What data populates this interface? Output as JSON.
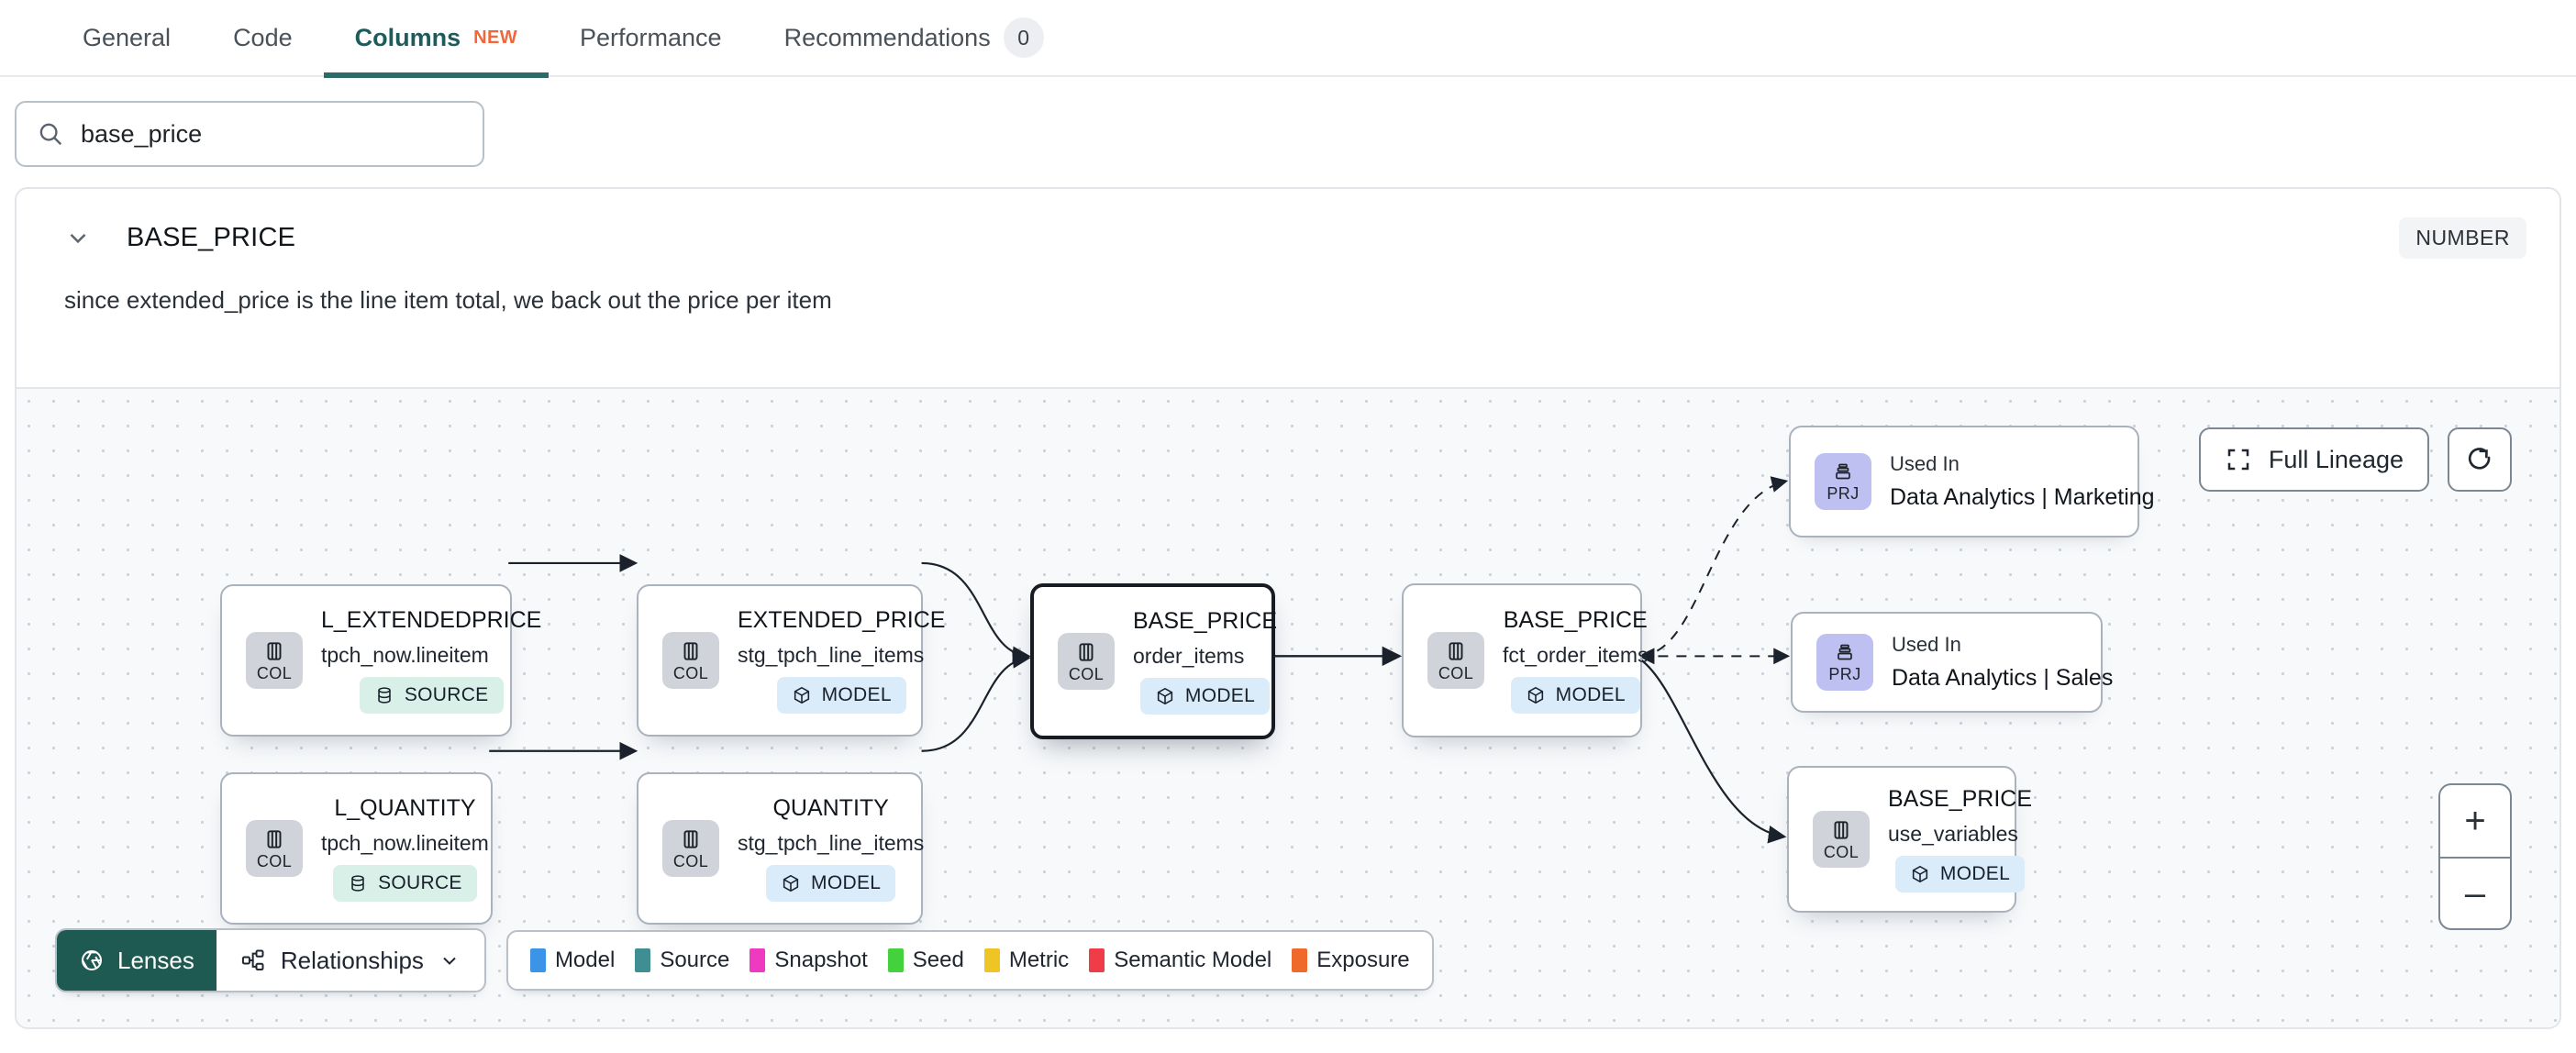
{
  "tabs": [
    {
      "label": "General",
      "active": false
    },
    {
      "label": "Code",
      "active": false
    },
    {
      "label": "Columns",
      "active": true,
      "badge": "NEW"
    },
    {
      "label": "Performance",
      "active": false
    },
    {
      "label": "Recommendations",
      "active": false,
      "count": "0"
    }
  ],
  "search": {
    "value": "base_price",
    "placeholder": "Search columns",
    "icon": "search-icon"
  },
  "column": {
    "name": "BASE_PRICE",
    "type_badge": "NUMBER",
    "description": "since extended_price is the line item total, we back out the price per item",
    "chevron_icon": "chevron-down-icon"
  },
  "graph": {
    "nodes": [
      {
        "id": "n1",
        "kind": "COL",
        "name": "L_EXTENDEDPRICE",
        "sub": "tpch_now.lineitem",
        "badge": "SOURCE",
        "badge_type": "source",
        "badge_icon": "database-icon",
        "focus": false
      },
      {
        "id": "n2",
        "kind": "COL",
        "name": "L_QUANTITY",
        "sub": "tpch_now.lineitem",
        "badge": "SOURCE",
        "badge_type": "source",
        "badge_icon": "database-icon",
        "focus": false
      },
      {
        "id": "n3",
        "kind": "COL",
        "name": "EXTENDED_PRICE",
        "sub": "stg_tpch_line_items",
        "badge": "MODEL",
        "badge_type": "model",
        "badge_icon": "cube-icon",
        "focus": false
      },
      {
        "id": "n4",
        "kind": "COL",
        "name": "QUANTITY",
        "sub": "stg_tpch_line_items",
        "badge": "MODEL",
        "badge_type": "model",
        "badge_icon": "cube-icon",
        "focus": false
      },
      {
        "id": "n5",
        "kind": "COL",
        "name": "BASE_PRICE",
        "sub": "order_items",
        "badge": "MODEL",
        "badge_type": "model",
        "badge_icon": "cube-icon",
        "focus": true
      },
      {
        "id": "n6",
        "kind": "COL",
        "name": "BASE_PRICE",
        "sub": "fct_order_items",
        "badge": "MODEL",
        "badge_type": "model",
        "badge_icon": "cube-icon",
        "focus": false
      },
      {
        "id": "n7",
        "kind": "COL",
        "name": "BASE_PRICE",
        "sub": "use_variables",
        "badge": "MODEL",
        "badge_type": "model",
        "badge_icon": "cube-icon",
        "focus": false
      }
    ],
    "project_nodes": [
      {
        "id": "p1",
        "kind": "PRJ",
        "line1": "Used In",
        "line2": "Data Analytics | Marketing"
      },
      {
        "id": "p2",
        "kind": "PRJ",
        "line1": "Used In",
        "line2": "Data Analytics | Sales"
      }
    ]
  },
  "controls": {
    "full_lineage_label": "Full Lineage",
    "full_lineage_icon": "expand-icon",
    "refresh_icon": "refresh-icon",
    "zoom_in": "+",
    "zoom_out": "–"
  },
  "bottom": {
    "lenses_label": "Lenses",
    "lenses_icon": "aperture-icon",
    "relationships_label": "Relationships",
    "relationships_icon": "relationships-icon",
    "relationships_caret": "chevron-down-icon",
    "legend": [
      {
        "label": "Model",
        "color": "#3b94e8"
      },
      {
        "label": "Source",
        "color": "#3f8f92"
      },
      {
        "label": "Snapshot",
        "color": "#ef39c0"
      },
      {
        "label": "Seed",
        "color": "#44d23c"
      },
      {
        "label": "Metric",
        "color": "#efc526"
      },
      {
        "label": "Semantic Model",
        "color": "#ef3c48"
      },
      {
        "label": "Exposure",
        "color": "#ef6a2a"
      }
    ]
  }
}
